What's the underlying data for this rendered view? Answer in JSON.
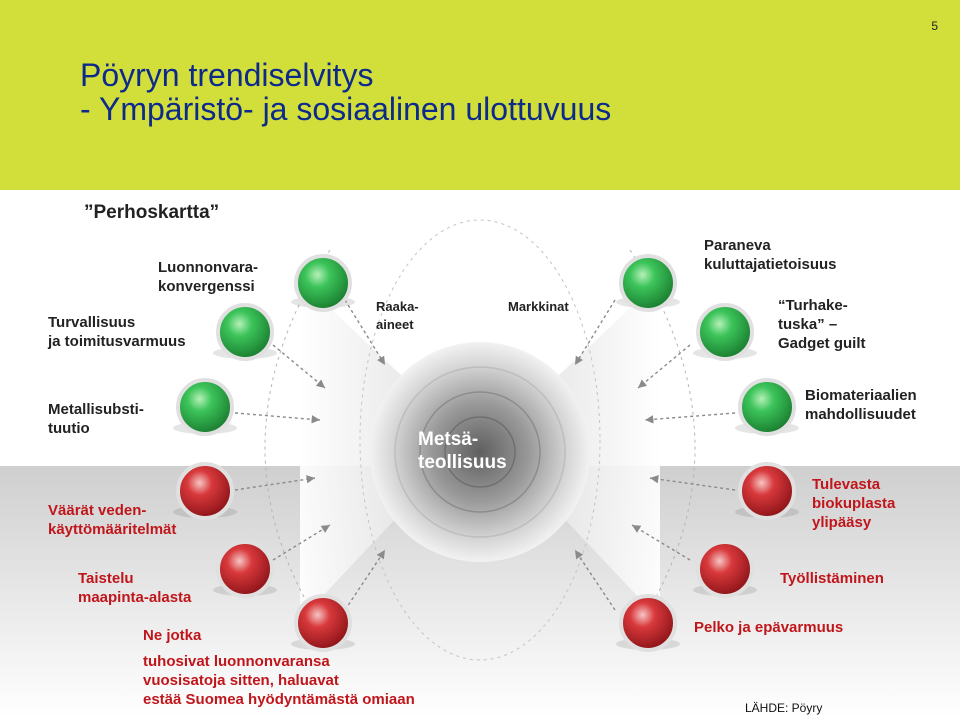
{
  "page_number": "5",
  "title": {
    "line1": "Pöyryn trendiselvitys",
    "line2": "- Ympäristö- ja sosiaalinen ulottuvuus"
  },
  "diagram": {
    "map_title": "”Perhoskartta”",
    "center_label": "Metsä-\nteollisuus",
    "top_left_label": "Raaka-\naineet",
    "top_right_label": "Markkinat",
    "left_items": [
      {
        "label": "Luonnonvara-\nkonvergenssi",
        "color": "green"
      },
      {
        "label": "Turvallisuus\nja toimitusvarmuus",
        "color": "green"
      },
      {
        "label": "Metallisubsti-\ntuutio",
        "color": "green"
      },
      {
        "label": "Väärät veden-\nkäyttömääritelmät",
        "color": "red"
      },
      {
        "label": "Taistelu\nmaapinta-alasta",
        "color": "red"
      },
      {
        "label": "Ne jotka",
        "color": "red"
      }
    ],
    "left_note": "tuhosivat luonnonvaransa\nvuosisatoja sitten, haluavat\nestää Suomea hyödyntämästä omiaan",
    "right_items": [
      {
        "label": "Paraneva\nkuluttajatietoisuus",
        "color": "green"
      },
      {
        "label": "“Turhake-\ntuska” –\nGadget guilt",
        "color": "green"
      },
      {
        "label": "Biomateriaalien\nmahdollisuudet",
        "color": "green"
      },
      {
        "label": "Tulevasta\nbiokuplasta\nylipääsy",
        "color": "red"
      },
      {
        "label": "Työllistäminen",
        "color": "red"
      },
      {
        "label": "Pelko ja epävarmuus",
        "color": "red"
      }
    ]
  },
  "source": "LÄHDE: Pöyry",
  "colors": {
    "header_bg": "#d2df3a",
    "title": "#0d2a8a",
    "green_ball": "#2fb64a",
    "red_ball": "#c8242b",
    "red_text": "#c0161b"
  }
}
